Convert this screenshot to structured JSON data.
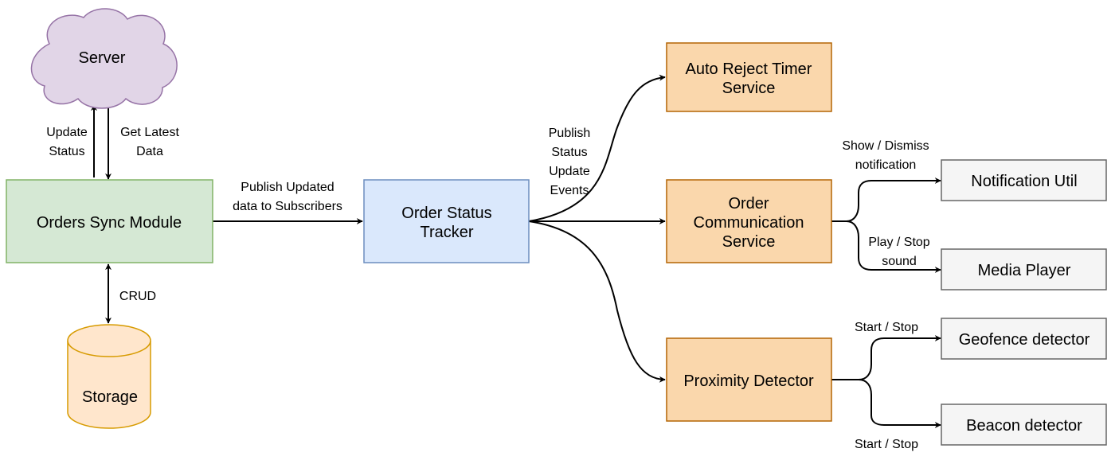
{
  "nodes": {
    "server": "Server",
    "orders_sync": "Orders Sync Module",
    "storage": "Storage",
    "order_status_tracker": [
      "Order Status",
      "Tracker"
    ],
    "auto_reject": [
      "Auto Reject Timer",
      "Service"
    ],
    "order_communication": [
      "Order",
      "Communication",
      "Service"
    ],
    "proximity": "Proximity Detector",
    "notification_util": "Notification Util",
    "media_player": "Media Player",
    "geofence": "Geofence detector",
    "beacon": "Beacon detector"
  },
  "edges": {
    "update_status": [
      "Update",
      "Status"
    ],
    "get_latest_data": [
      "Get Latest",
      "Data"
    ],
    "crud": "CRUD",
    "publish_updated": [
      "Publish Updated",
      "data to Subscribers"
    ],
    "publish_status_events": [
      "Publish",
      "Status",
      "Update",
      "Events"
    ],
    "show_dismiss": [
      "Show / Dismiss",
      "notification"
    ],
    "play_stop": [
      "Play / Stop",
      "sound"
    ],
    "start_stop_geofence": "Start / Stop",
    "start_stop_beacon": "Start / Stop"
  },
  "colors": {
    "green_fill": "#d5e8d4",
    "green_stroke": "#82b366",
    "blue_fill": "#dae8fc",
    "blue_stroke": "#6c8ebf",
    "orange_fill": "#fad7ac",
    "orange_stroke": "#b46504",
    "purple_fill": "#e1d5e7",
    "purple_stroke": "#9673a6",
    "grey_fill": "#f5f5f5",
    "grey_stroke": "#666666",
    "storage_fill": "#ffe6cc",
    "storage_stroke": "#d79b00"
  }
}
